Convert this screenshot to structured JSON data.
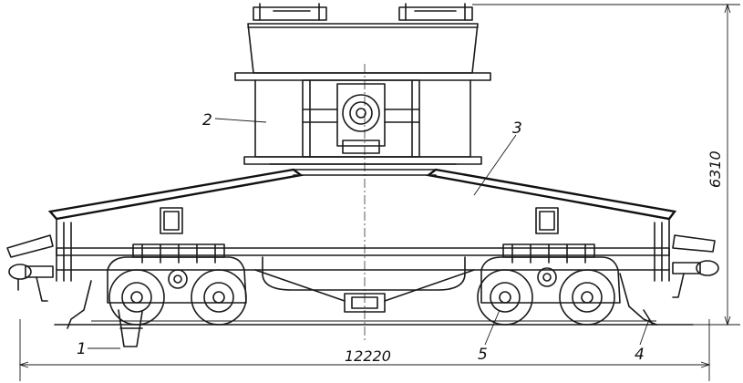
{
  "labels": {
    "part1": "1",
    "part2": "2",
    "part3": "3",
    "part4": "4",
    "part5": "5"
  },
  "dimensions": {
    "length": "12220",
    "height": "6310"
  }
}
